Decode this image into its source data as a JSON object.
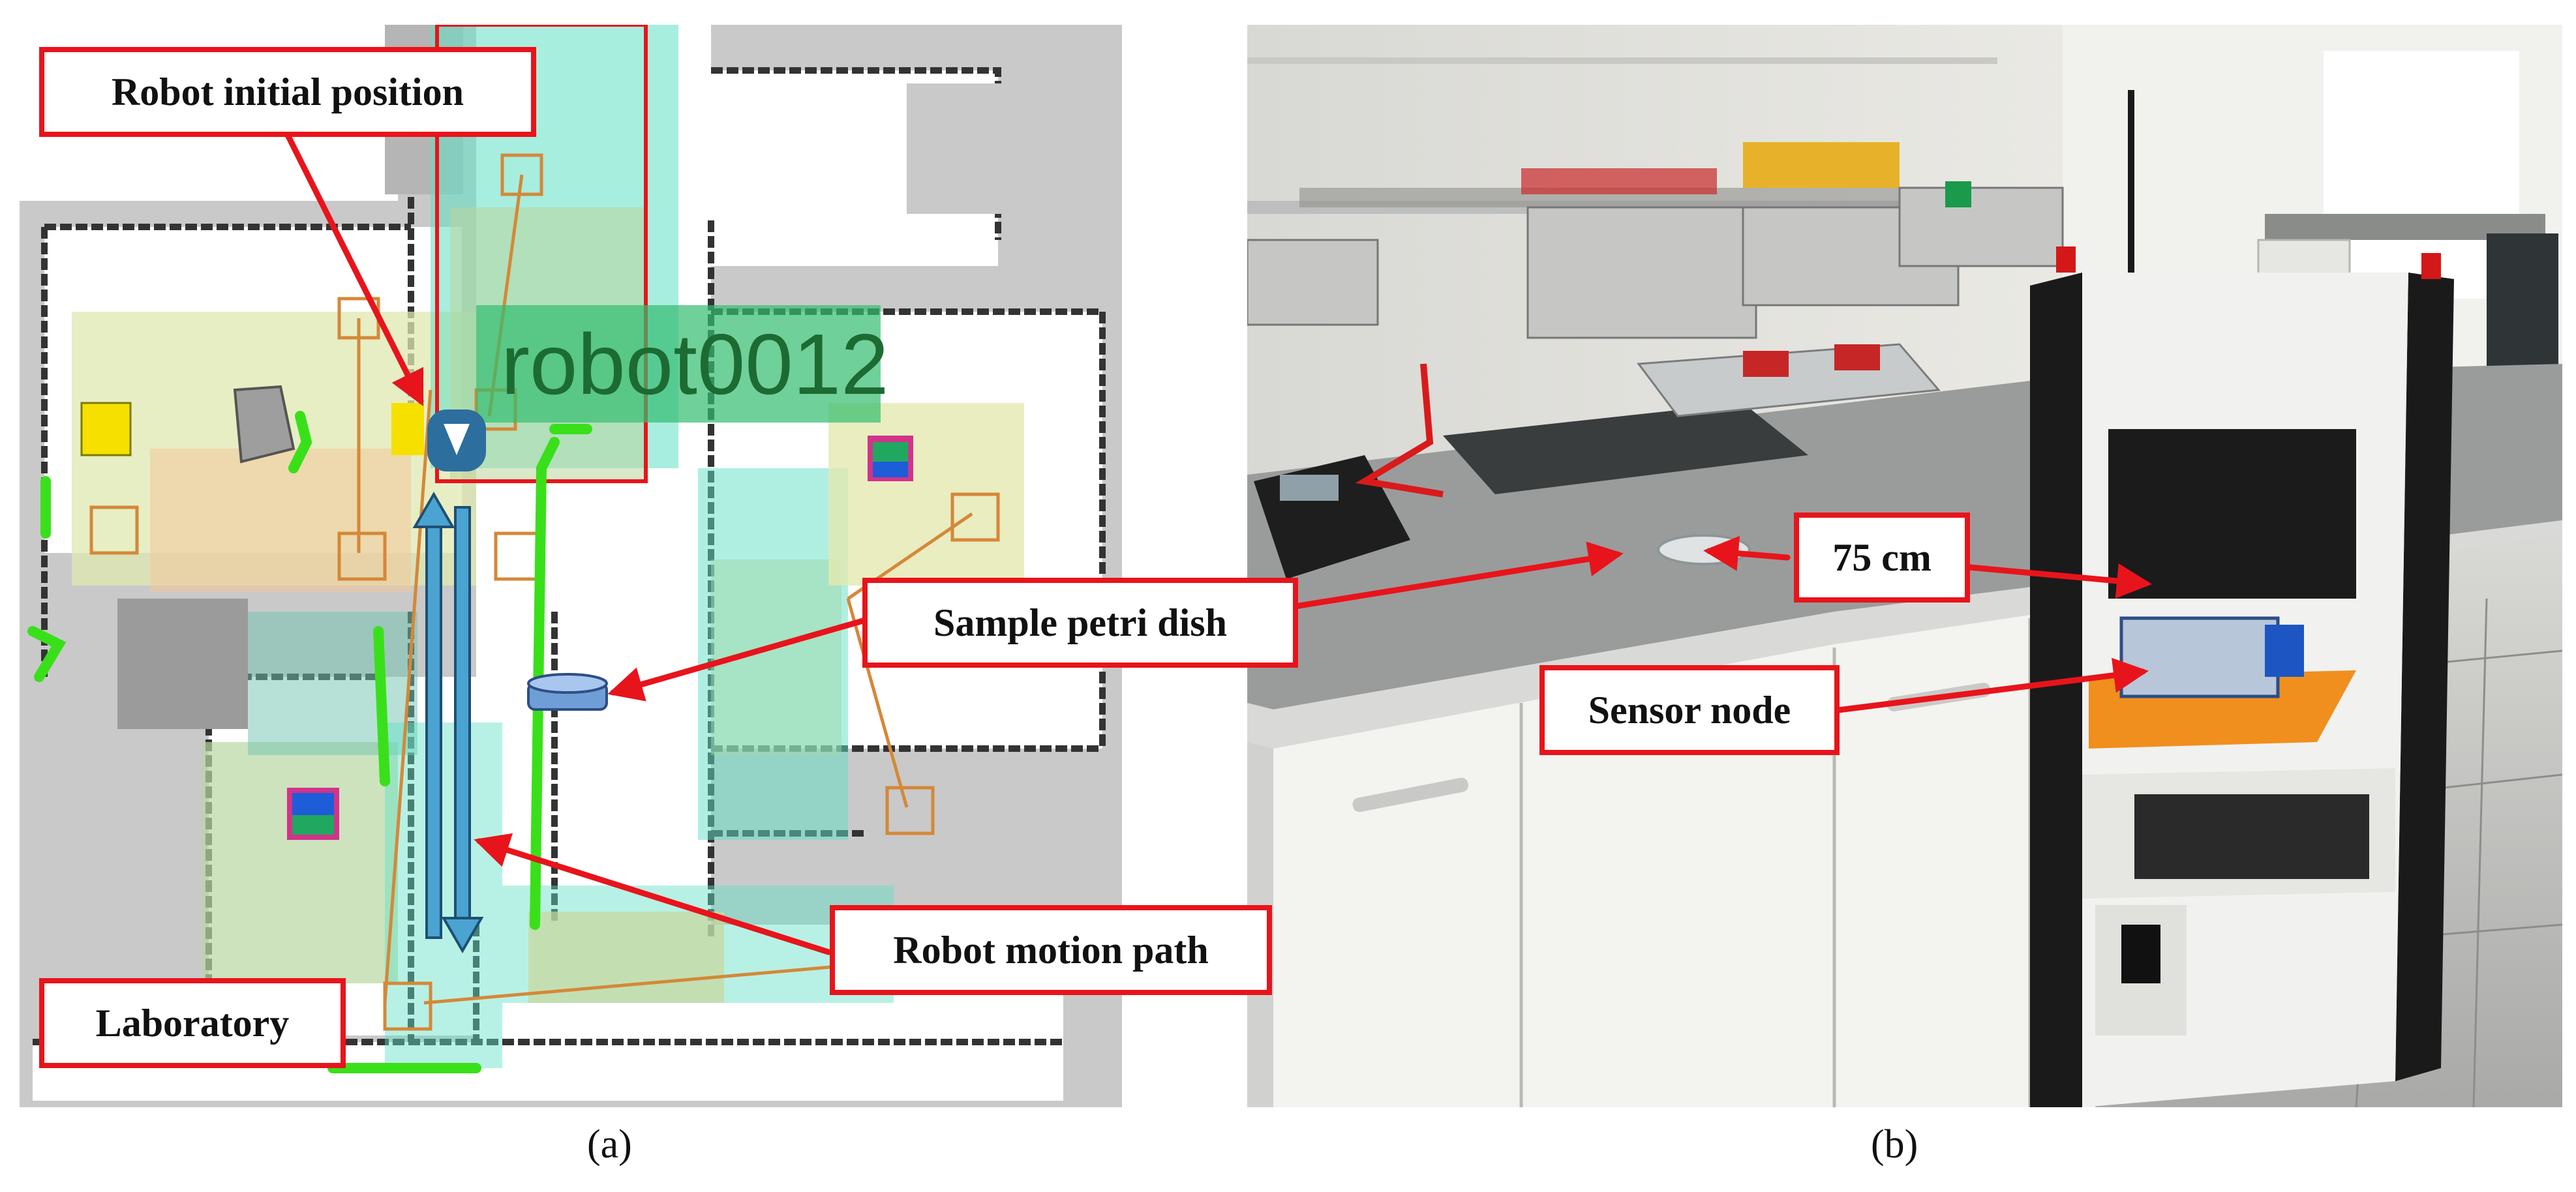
{
  "map": {
    "robot_name": "robot0012",
    "labels": {
      "initial_position": "Robot initial position",
      "petri_dish": "Sample petri dish",
      "motion_path": "Robot motion path",
      "laboratory": "Laboratory"
    }
  },
  "photo": {
    "labels": {
      "distance": "75 cm",
      "sensor_node": "Sensor node"
    }
  },
  "captions": {
    "a": "(a)",
    "b": "(b)"
  },
  "colors": {
    "callout_border": "#e8141b",
    "arrow": "#e8141b",
    "robot_label": "#1c6b33",
    "path_arrow": "#4aa3d0"
  }
}
